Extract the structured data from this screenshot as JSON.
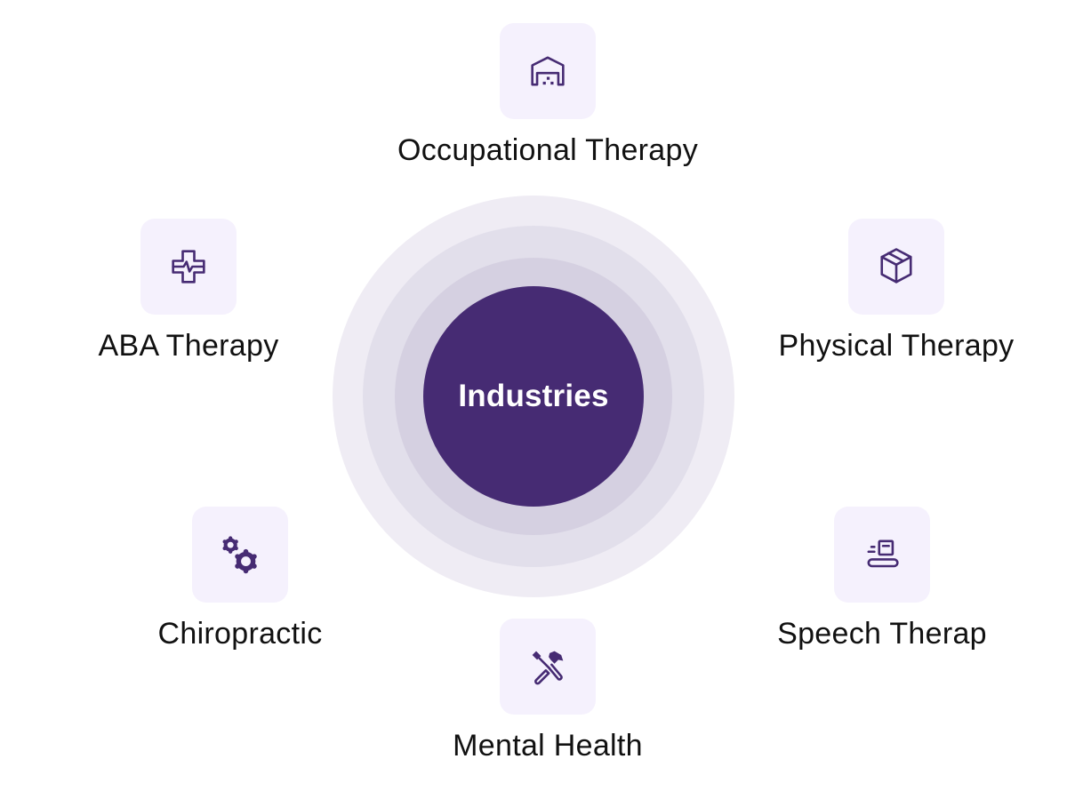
{
  "center": {
    "label": "Industries",
    "color": "#462b73"
  },
  "accent_color": "#462b73",
  "tile_color": "#f5f1fd",
  "items": [
    {
      "label": "Occupational Therapy",
      "icon": "warehouse-icon"
    },
    {
      "label": "ABA Therapy",
      "icon": "medical-cross-heartbeat-icon"
    },
    {
      "label": "Physical Therapy",
      "icon": "package-box-icon"
    },
    {
      "label": "Chiropractic",
      "icon": "gears-icon"
    },
    {
      "label": "Speech Therap",
      "icon": "conveyor-box-icon"
    },
    {
      "label": "Mental Health",
      "icon": "hammer-screwdriver-tools-icon"
    }
  ]
}
